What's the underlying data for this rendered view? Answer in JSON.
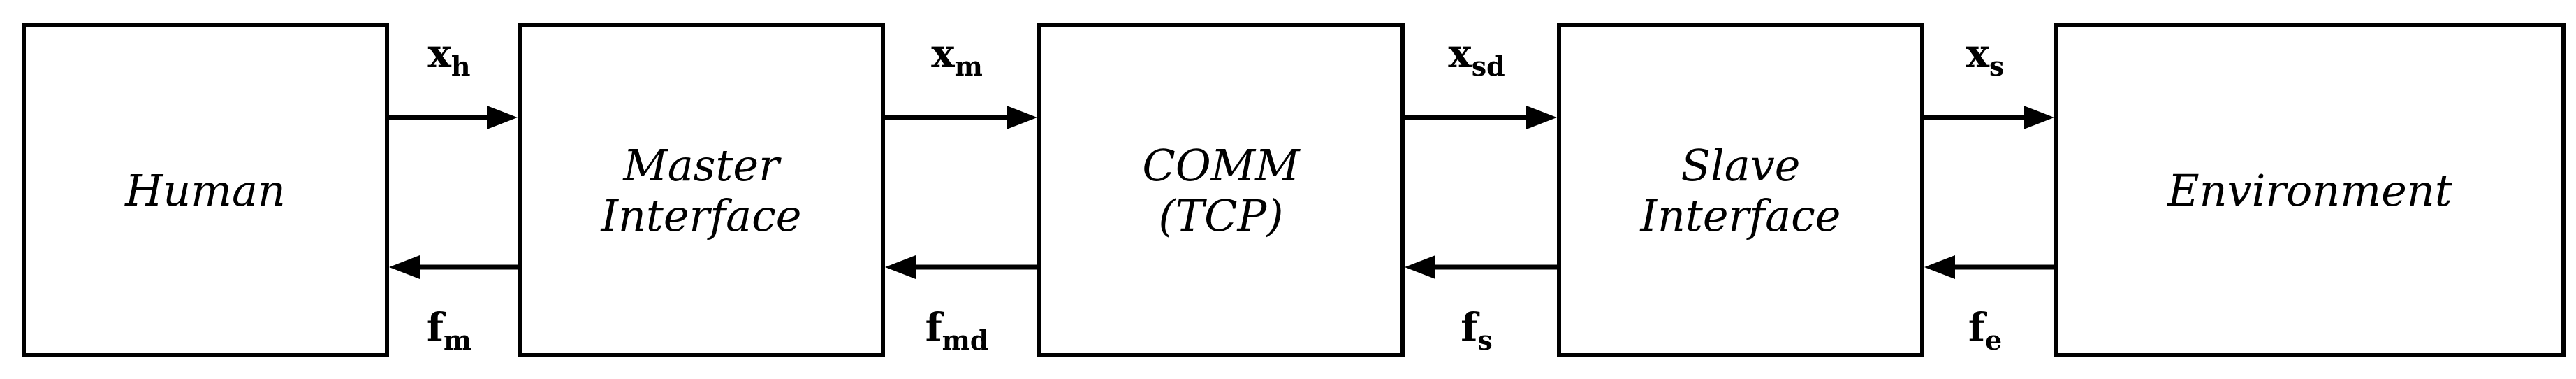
{
  "diagram": {
    "blocks": [
      {
        "id": "human",
        "lines": [
          "Human"
        ]
      },
      {
        "id": "master-interface",
        "lines": [
          "Master",
          "Interface"
        ]
      },
      {
        "id": "comm",
        "lines": [
          "COMM",
          "(TCP)"
        ]
      },
      {
        "id": "slave-interface",
        "lines": [
          "Slave",
          "Interface"
        ]
      },
      {
        "id": "environment",
        "lines": [
          "Environment"
        ]
      }
    ],
    "connections": [
      {
        "forward": {
          "main": "x",
          "sub": "h"
        },
        "backward": {
          "main": "f",
          "sub": "m"
        }
      },
      {
        "forward": {
          "main": "x",
          "sub": "m"
        },
        "backward": {
          "main": "f",
          "sub": "md"
        }
      },
      {
        "forward": {
          "main": "x",
          "sub": "sd"
        },
        "backward": {
          "main": "f",
          "sub": "s"
        }
      },
      {
        "forward": {
          "main": "x",
          "sub": "s"
        },
        "backward": {
          "main": "f",
          "sub": "e"
        }
      }
    ]
  }
}
